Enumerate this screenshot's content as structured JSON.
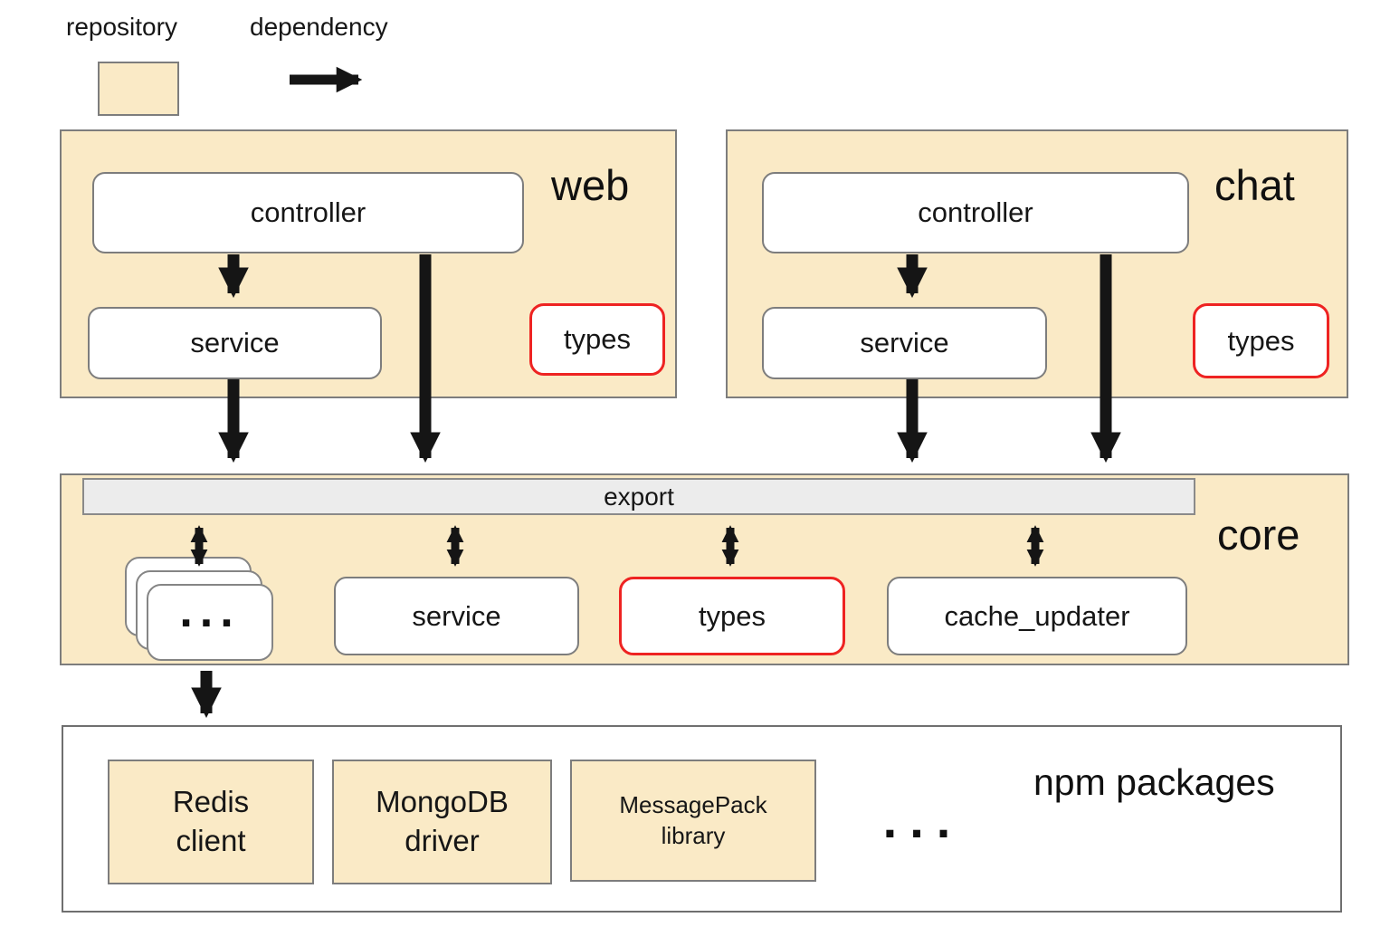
{
  "legend": {
    "repository_label": "repository",
    "dependency_label": "dependency"
  },
  "web": {
    "title": "web",
    "modules": {
      "controller": "controller",
      "service": "service",
      "types": "types"
    }
  },
  "chat": {
    "title": "chat",
    "modules": {
      "controller": "controller",
      "service": "service",
      "types": "types"
    }
  },
  "core": {
    "title": "core",
    "export_label": "export",
    "modules": {
      "repositories_ellipsis": "...",
      "service": "service",
      "types": "types",
      "cache_updater": "cache_updater"
    }
  },
  "npm": {
    "title": "npm packages",
    "packages": [
      {
        "name": "Redis\nclient"
      },
      {
        "name": "MongoDB\ndriver"
      },
      {
        "name": "MessagePack\nlibrary"
      }
    ],
    "ellipsis": "..."
  },
  "colors": {
    "repository_fill": "#faeac6",
    "module_border": "#7d7d7d",
    "types_border": "#ee2322",
    "export_fill": "#ececec",
    "arrow": "#151515"
  }
}
